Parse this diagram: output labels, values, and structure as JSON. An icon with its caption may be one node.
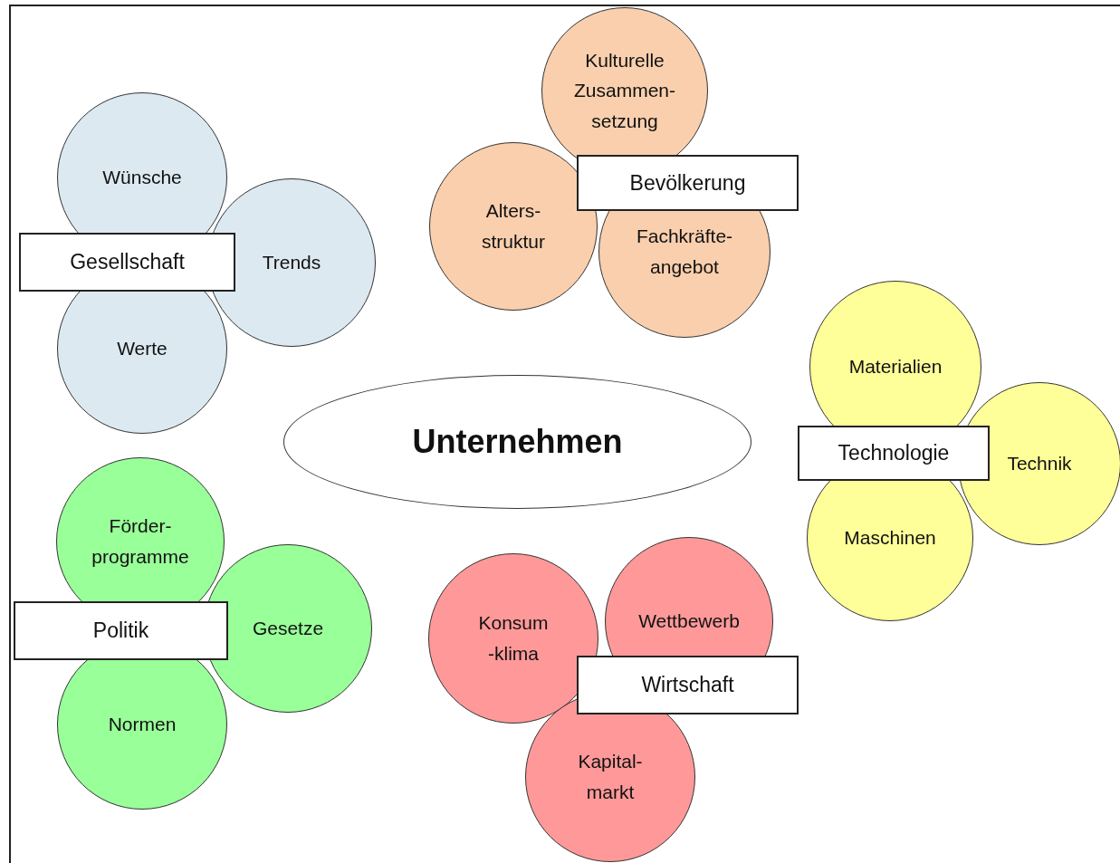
{
  "diagram": {
    "nodes": [
      {
        "text": [
          "Kulturelle Zusammen- setzung"
        ]
      },
      {
        "text": [
          "Wünsche"
        ]
      },
      {
        "text": [
          "Bevölkerung"
        ]
      },
      {
        "text": [
          "Alters- struktur"
        ]
      },
      {
        "text": [
          "Fachkräfte- angebot"
        ]
      },
      {
        "text": [
          "Trends"
        ]
      },
      {
        "text": [
          "Gesellschaft"
        ]
      },
      {
        "text": [
          "Werte"
        ]
      },
      {
        "text": [
          "Materialien"
        ]
      },
      {
        "text": [
          "Unternehmen"
        ]
      },
      {
        "text": [
          "Technologie"
        ]
      },
      {
        "text": [
          "Technik"
        ]
      },
      {
        "text": [
          "Maschinen"
        ]
      },
      {
        "text": [
          "Förder- programme"
        ]
      },
      {
        "text": [
          "Politik"
        ]
      },
      {
        "text": [
          "Gesetze"
        ]
      },
      {
        "text": [
          "Konsum -klima"
        ]
      },
      {
        "text": [
          "Wettbewerb"
        ]
      },
      {
        "text": [
          "Wirtschaft"
        ]
      },
      {
        "text": [
          "Normen"
        ]
      },
      {
        "text": [
          "Kapital- markt"
        ]
      }
    ],
    "edges": []
  }
}
